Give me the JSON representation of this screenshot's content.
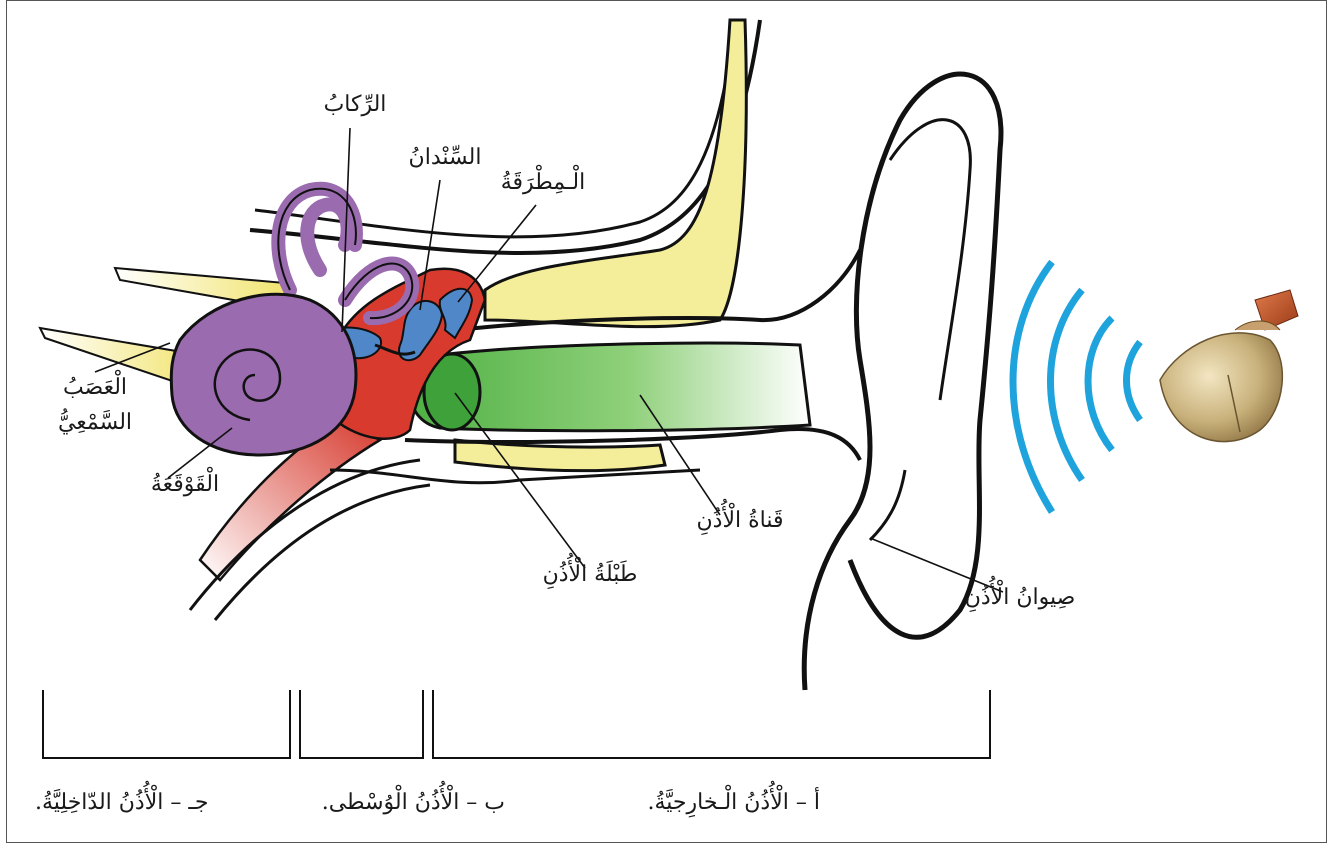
{
  "labels": {
    "stirrup": "الرِّكابُ",
    "anvil": "السِّنْدانُ",
    "hammer": "الْـمِطْرَقَةُ",
    "nerve_line1": "الْعَصَبُ",
    "nerve_line2": "السَّمْعِيُّ",
    "cochlea": "الْقَوْقَعَةُ",
    "eardrum": "طَبْلَةُ الْأُذُنِ",
    "ear_canal": "قَناةُ الْأُذُنِ",
    "auricle": "صِيوانُ الْأُذُنِ"
  },
  "sections": {
    "outer": "أ – الْأُذُنُ الْـخارِجيَّةُ.",
    "middle": "ب – الْأُذُنُ الْوُسْطى.",
    "inner": "جـ – الْأُذُنُ الدّاخِلِيَّةُ."
  },
  "colors": {
    "inner_ear": "#9b6bb0",
    "middle_ear": "#d93a2e",
    "ossicles": "#4f87c9",
    "canal": "#7dc86a",
    "cartilage": "#f4ee9a",
    "sound_waves": "#1fa3dc",
    "outline": "#111111"
  }
}
